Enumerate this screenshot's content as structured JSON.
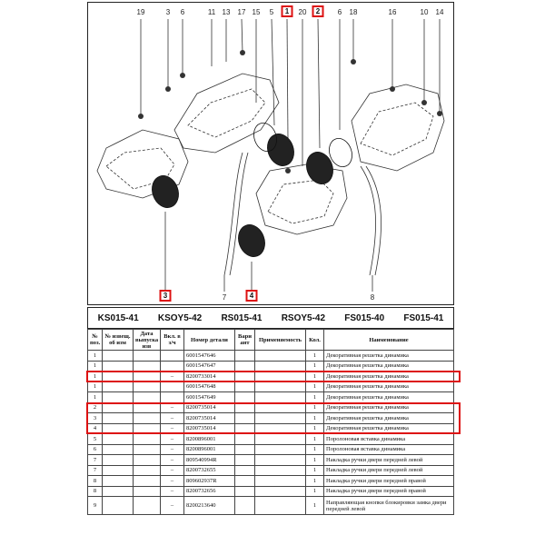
{
  "diagram": {
    "callouts_top": [
      "19",
      "3",
      "6",
      "11",
      "13",
      "17",
      "15",
      "5",
      "20",
      "6",
      "18",
      "16",
      "10",
      "14"
    ],
    "highlighted_top": [
      "1",
      "2"
    ],
    "callouts_bottom": [
      "7",
      "8"
    ],
    "highlighted_bottom": [
      "3",
      "4"
    ]
  },
  "model_codes": [
    "KS015-41",
    "KSOY5-42",
    "RS015-41",
    "RSOY5-42",
    "FS015-40",
    "FS015-41"
  ],
  "table": {
    "headers": [
      "№ поз.",
      "№ извещ. об изм",
      "Дата выпуска изв",
      "Вкл. в з/ч",
      "Номер детали",
      "Вари ант",
      "Применяемость",
      "Кол.",
      "Наименование"
    ],
    "rows": [
      {
        "pos": "1",
        "dash": "",
        "part": "6001547646",
        "qty": "1",
        "name": "Декоративная решетка динамика"
      },
      {
        "pos": "1",
        "dash": "",
        "part": "6001547647",
        "qty": "1",
        "name": "Декоративная решетка динамика"
      },
      {
        "pos": "1",
        "dash": "–",
        "part": "8200733014",
        "qty": "1",
        "name": "Декоративная решетка динамика"
      },
      {
        "pos": "1",
        "dash": "",
        "part": "6001547648",
        "qty": "1",
        "name": "Декоративная решетка динамика"
      },
      {
        "pos": "1",
        "dash": "",
        "part": "6001547649",
        "qty": "1",
        "name": "Декоративная решетка динамика"
      },
      {
        "pos": "2",
        "dash": "–",
        "part": "8200735014",
        "qty": "1",
        "name": "Декоративная решетка динамика"
      },
      {
        "pos": "3",
        "dash": "–",
        "part": "8200735014",
        "qty": "1",
        "name": "Декоративная решетка динамика"
      },
      {
        "pos": "4",
        "dash": "–",
        "part": "8200735014",
        "qty": "1",
        "name": "Декоративная решетка динамика"
      },
      {
        "pos": "5",
        "dash": "–",
        "part": "8200896001",
        "qty": "1",
        "name": "Поролоновая вставка динамика"
      },
      {
        "pos": "6",
        "dash": "–",
        "part": "8200896001",
        "qty": "1",
        "name": "Поролоновая вставка динамика"
      },
      {
        "pos": "7",
        "dash": "–",
        "part": "809540994R",
        "qty": "1",
        "name": "Накладка ручки двери передней левой"
      },
      {
        "pos": "7",
        "dash": "–",
        "part": "8200732655",
        "qty": "1",
        "name": "Накладка ручки двери передней левой"
      },
      {
        "pos": "8",
        "dash": "–",
        "part": "809602937R",
        "qty": "1",
        "name": "Накладка ручки двери передней правой"
      },
      {
        "pos": "8",
        "dash": "–",
        "part": "8200732656",
        "qty": "1",
        "name": "Накладка ручки двери передней правой"
      },
      {
        "pos": "9",
        "dash": "–",
        "part": "8200213640",
        "qty": "1",
        "name": "Направляющая кнопки блокировки замка двери передней левой"
      }
    ]
  }
}
